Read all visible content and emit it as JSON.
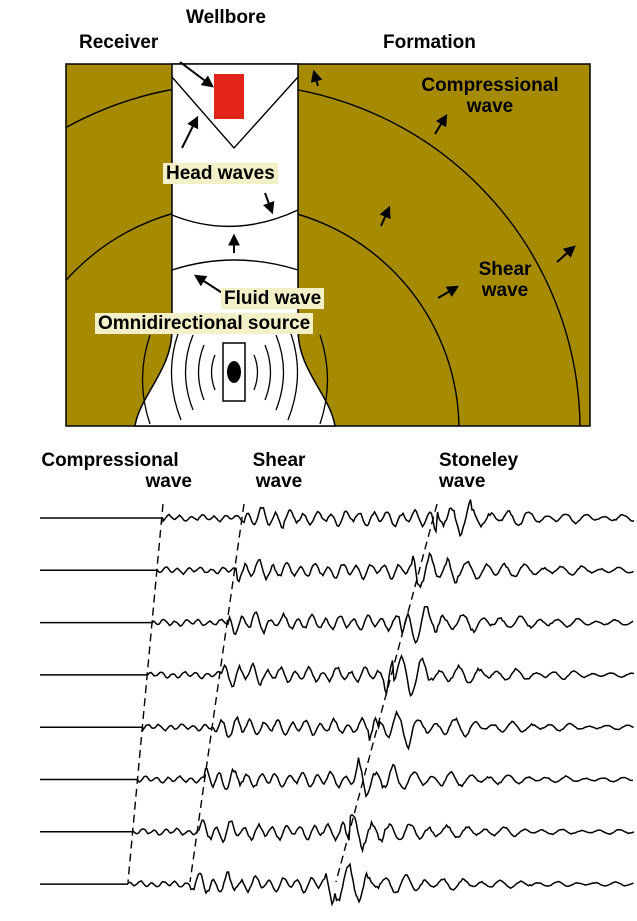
{
  "colors": {
    "formation": "#a68a00",
    "borehole": "#ffffff",
    "receiver": "#e2231a",
    "label_highlight": "#f3f0c8",
    "ink": "#000000"
  },
  "labels": {
    "wellbore": "Wellbore",
    "receiver": "Receiver",
    "formation": "Formation",
    "compressional_wave_line1": "Compressional",
    "compressional_wave_line2": "wave",
    "head_waves": "Head waves",
    "shear_wave_line1": "Shear",
    "shear_wave_line2": "wave",
    "fluid_wave": "Fluid wave",
    "omnidirectional_source": "Omnidirectional source"
  },
  "waveform_labels": {
    "compressional_line1": "Compressional",
    "compressional_line2": "wave",
    "shear_line1": "Shear",
    "shear_line2": "wave",
    "stoneley_line1": "Stoneley",
    "stoneley_line2": "wave"
  },
  "traces": {
    "count": 8
  }
}
